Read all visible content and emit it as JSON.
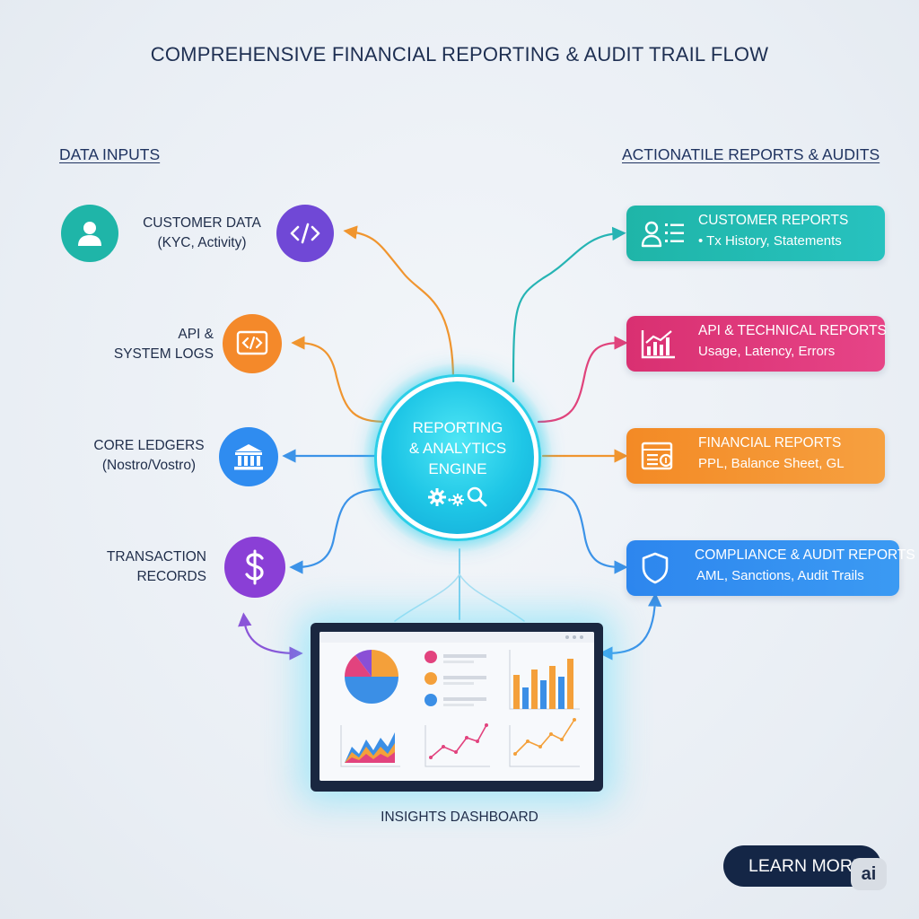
{
  "title": "COMPREHENSIVE FINANCIAL REPORTING & AUDIT TRAIL FLOW",
  "inputs": {
    "heading": "DATA INPUTS",
    "items": [
      {
        "label_lines": [
          "CUSTOMER DATA",
          "(KYC, Activity)"
        ],
        "icon": "user-icon",
        "color": "#1fb5a8",
        "connector_icon": "code-icon",
        "connector_color": "#7048d6"
      },
      {
        "label_lines": [
          "API &",
          "SYSTEM LOGS"
        ],
        "icon": "code-icon",
        "color": "#f4892a"
      },
      {
        "label_lines": [
          "CORE LEDGERS",
          "(Nostro/Vostro)"
        ],
        "icon": "bank-icon",
        "color": "#2f8cf0"
      },
      {
        "label_lines": [
          "TRANSACTION",
          "RECORDS"
        ],
        "icon": "dollar-icon",
        "color": "#8a3fd6"
      }
    ]
  },
  "engine": {
    "label_lines": [
      "REPORTING",
      "& ANALYTICS",
      "ENGINE"
    ],
    "icons": [
      "gear-icon",
      "gear-icon",
      "magnifier-icon"
    ]
  },
  "outputs": {
    "heading": "ACTIONATILE REPORTS & AUDITS",
    "items": [
      {
        "title": "CUSTOMER REPORTS",
        "detail": "• Tx History, Statements",
        "icon": "user-list-icon",
        "color": "#1fb8b0"
      },
      {
        "title": "API & TECHNICAL REPORTS",
        "detail": "Usage, Latency, Errors",
        "icon": "bar-chart-icon",
        "color": "#e23a78"
      },
      {
        "title": "FINANCIAL REPORTS",
        "detail": "PPL, Balance Sheet, GL",
        "icon": "ledger-icon",
        "color": "#f4922c"
      },
      {
        "title": "COMPLIANCE & AUDIT REPORTS",
        "detail": "AML, Sanctions, Audit Trails",
        "icon": "shield-icon",
        "color": "#2e8cf0"
      }
    ]
  },
  "dashboard": {
    "label": "INSIGHTS DASHBOARD"
  },
  "cta": {
    "label": "LEARN MORE",
    "badge": "ai"
  }
}
